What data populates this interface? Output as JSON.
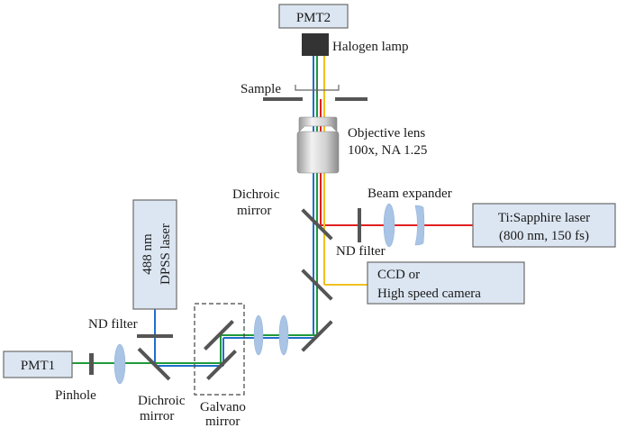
{
  "labels": {
    "pmt2": "PMT2",
    "halogen_lamp": "Halogen lamp",
    "sample": "Sample",
    "objective_line1": "Objective lens",
    "objective_line2": "100x, NA 1.25",
    "dichroic_top_line1": "Dichroic",
    "dichroic_top_line2": "mirror",
    "beam_expander": "Beam expander",
    "ti_sapphire_line1": "Ti:Sapphire laser",
    "ti_sapphire_line2": "(800 nm, 150 fs)",
    "nd_filter_right": "ND filter",
    "dpss_line1": "488 nm",
    "dpss_line2": "DPSS laser",
    "ccd_line1": "CCD or",
    "ccd_line2": "High speed camera",
    "nd_filter_left": "ND filter",
    "pmt1": "PMT1",
    "pinhole": "Pinhole",
    "dichroic_bottom_line1": "Dichroic",
    "dichroic_bottom_line2": "mirror",
    "galvano_line1": "Galvano",
    "galvano_line2": "mirror"
  },
  "colors": {
    "red_beam": "#e02020",
    "blue_beam": "#1f6fc9",
    "green_beam": "#1f9a3a",
    "yellow_beam": "#f0c020",
    "component_fill": "#dce6f2",
    "lens_fill": "#a9c4e4",
    "mirror": "#555555"
  }
}
